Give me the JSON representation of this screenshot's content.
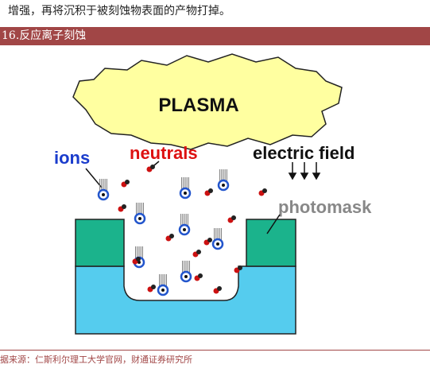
{
  "body_text": "增强，再将沉积于被刻蚀物表面的产物打掉。",
  "figure_title": "16.反应离子刻蚀",
  "diagram": {
    "plasma_label": "PLASMA",
    "ions_label": "ions",
    "neutrals_label": "neutrals",
    "field_label": "electric field",
    "photomask_label": "photomask",
    "colors": {
      "plasma": "#ffffa0",
      "photomask": "#1bb38c",
      "substrate": "#55ccee",
      "ion": "#2255cc",
      "neutral": "#cc1111",
      "neutrals_text": "#dd1111",
      "ions_text": "#1a3ccc"
    }
  },
  "source_text": "据来源：仁斯利尔理工大学官网，财通证券研究所"
}
